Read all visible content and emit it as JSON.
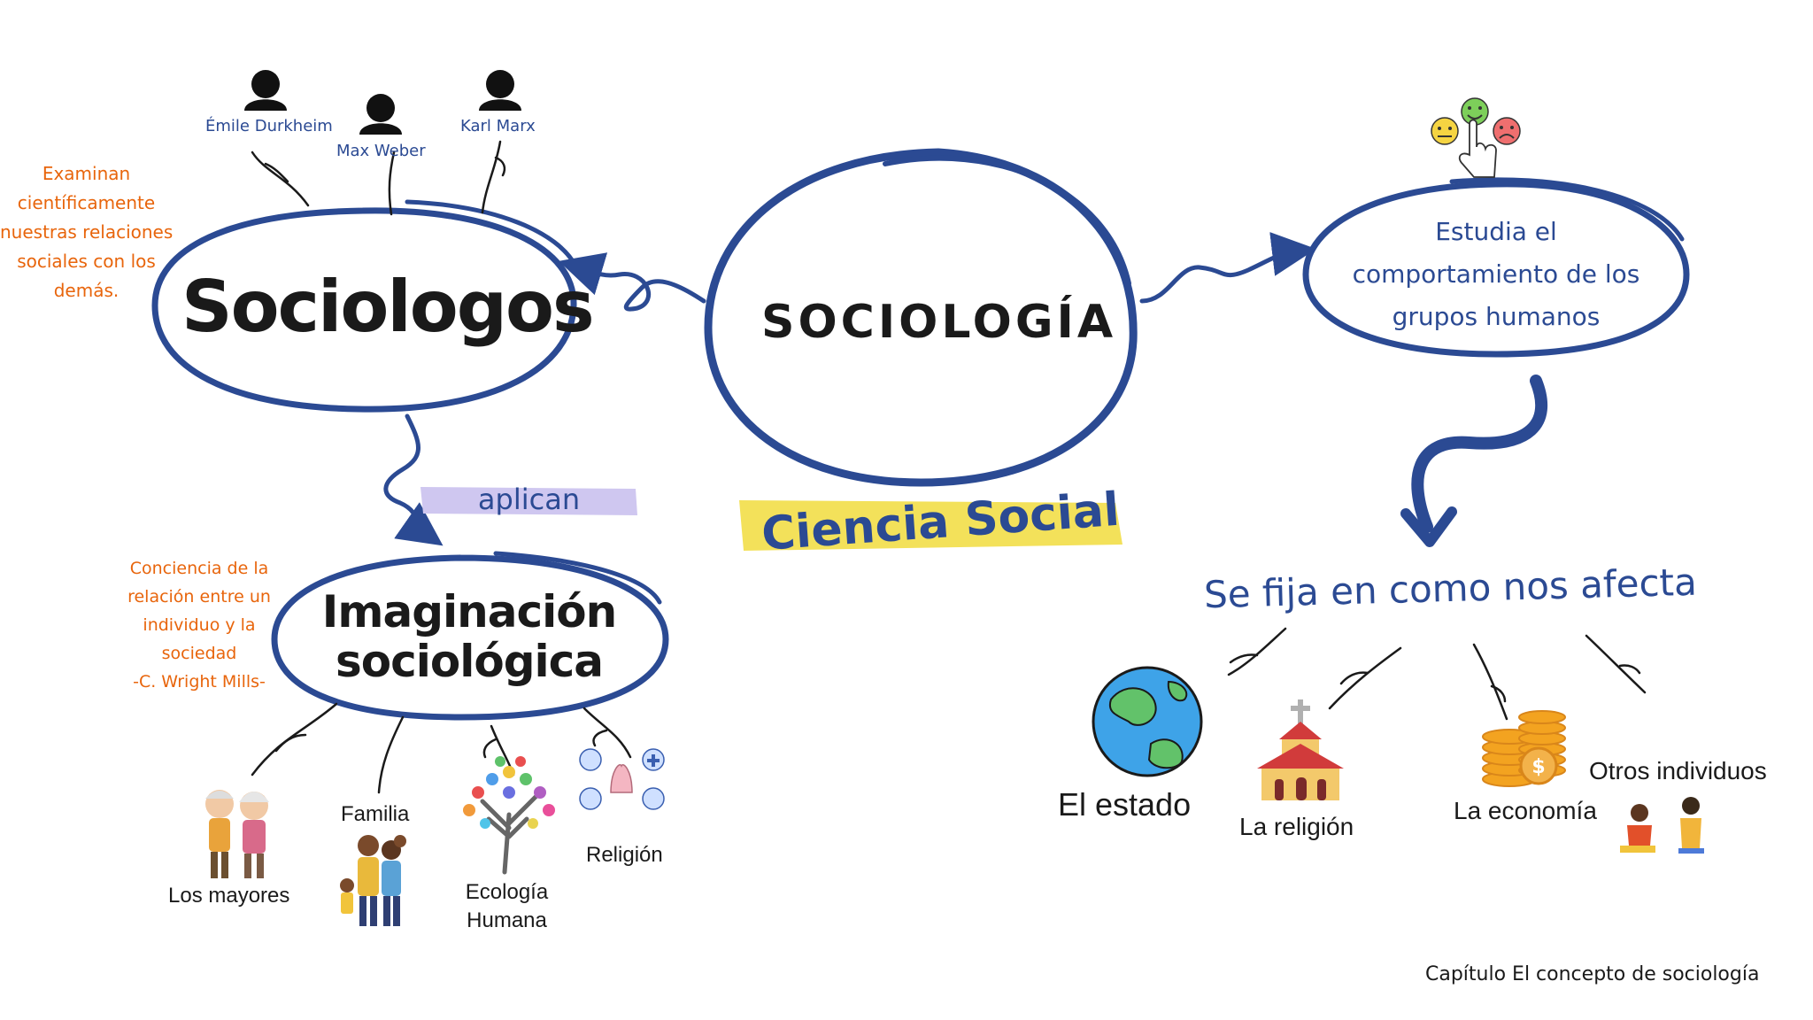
{
  "center": {
    "title": "SOCIOLOGÍA",
    "tag": "Ciencia Social"
  },
  "sociologos": {
    "title": "Sociologos",
    "people": [
      "Émile Durkheim",
      "Max Weber",
      "Karl Marx"
    ],
    "note": [
      "Examinan",
      "científicamente",
      "nuestras relaciones",
      "sociales con los",
      "demás."
    ]
  },
  "link_label": "aplican",
  "imaginacion": {
    "title_lines": [
      "Imaginación",
      "sociológica"
    ],
    "note": [
      "Conciencia de la",
      "relación entre un",
      "individuo y la",
      "sociedad",
      "-C. Wright Mills-"
    ],
    "items": {
      "mayores": "Los mayores",
      "familia": "Familia",
      "ecologia": [
        "Ecología",
        "Humana"
      ],
      "religion": "Religión"
    }
  },
  "estudia": {
    "lines": [
      "Estudia el",
      "comportamiento de los",
      "grupos humanos"
    ]
  },
  "afecta": {
    "title": "Se fija en como nos afecta",
    "items": {
      "estado": "El estado",
      "religion": "La religión",
      "economia": "La economía",
      "otros": "Otros individuos"
    }
  },
  "footer": "Capítulo El concepto de sociología",
  "colors": {
    "ink": "#2b4a93",
    "dark": "#0b0b0b",
    "orange": "#e8650c",
    "yellow": "#f3e15a",
    "lavender": "#cfc7f0"
  }
}
